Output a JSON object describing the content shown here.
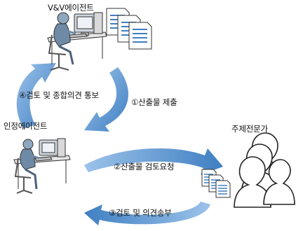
{
  "nodes": {
    "vv_agent": "V&V에이전트",
    "cert_agent": "인정에이전트",
    "experts": "주제전문가"
  },
  "flows": {
    "step1": "①산출물 제출",
    "step2": "②산출물 검토요청",
    "step3": "③검토 및 의견송부",
    "step4": "④검토 및 종합의견 통보"
  },
  "colors": {
    "arrow": "#4a87c6",
    "arrow_light": "#9cc3ea",
    "line": "#333333"
  }
}
